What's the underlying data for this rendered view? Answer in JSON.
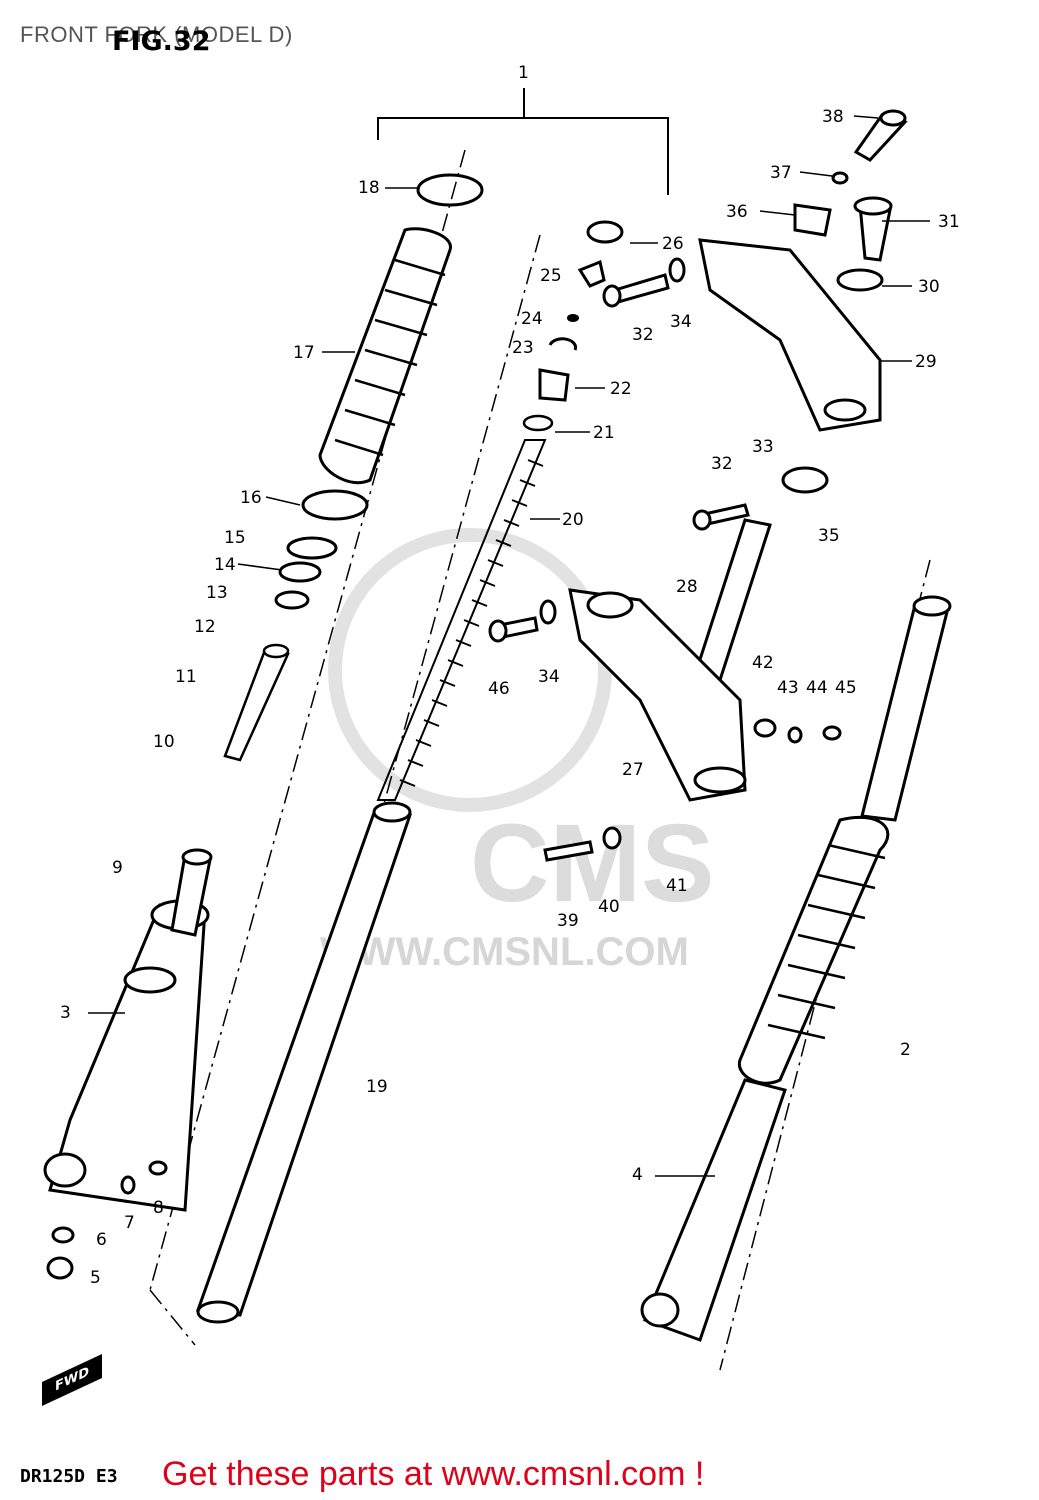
{
  "header": {
    "caption": "FRONT FORK (MODEL D)",
    "figure": "FIG.32"
  },
  "footer": {
    "model_code": "DR125D E3",
    "ad_text": "Get these parts at www.cmsnl.com !"
  },
  "watermark": {
    "logo": "CMS",
    "url": "WWW.CMSNL.COM"
  },
  "direction_badge": "FWD",
  "callouts": [
    "1",
    "2",
    "3",
    "4",
    "5",
    "6",
    "7",
    "8",
    "9",
    "10",
    "11",
    "12",
    "13",
    "14",
    "15",
    "16",
    "17",
    "18",
    "19",
    "20",
    "21",
    "22",
    "23",
    "24",
    "25",
    "26",
    "27",
    "28",
    "29",
    "30",
    "31",
    "32",
    "33",
    "34",
    "35",
    "36",
    "37",
    "38",
    "39",
    "40",
    "41",
    "42",
    "43",
    "44",
    "45",
    "46"
  ],
  "colors": {
    "ad_text": "#e0001a",
    "caption": "#555555",
    "watermark": "#d6d6d6"
  }
}
